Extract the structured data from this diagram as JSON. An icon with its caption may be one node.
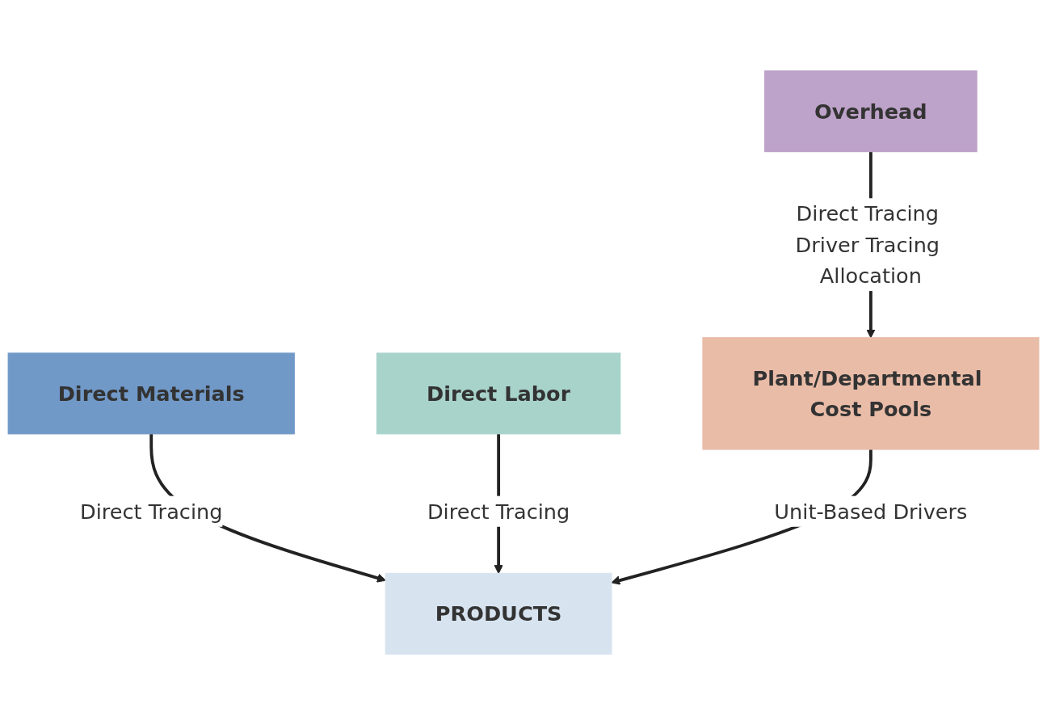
{
  "diagram": {
    "nodes": [
      {
        "text": [
          "Direct Materials"
        ]
      },
      {
        "text": [
          "Direct Labor"
        ]
      },
      {
        "text": [
          "Overhead"
        ]
      },
      {
        "text": [
          "Plant/Departmental Cost Pools"
        ]
      },
      {
        "text": [
          "PRODUCTS"
        ]
      }
    ],
    "edges": [
      {
        "from": 0,
        "to": 4,
        "arrow": "to",
        "label": "Direct Tracing"
      },
      {
        "from": 1,
        "to": 4,
        "arrow": "to",
        "label": "Direct Tracing"
      },
      {
        "from": 2,
        "to": 3,
        "arrow": "to",
        "label": "Direct Tracing Driver Tracing Allocation"
      },
      {
        "from": 3,
        "to": 4,
        "arrow": "to",
        "label": "Unit-Based Drivers"
      }
    ]
  }
}
